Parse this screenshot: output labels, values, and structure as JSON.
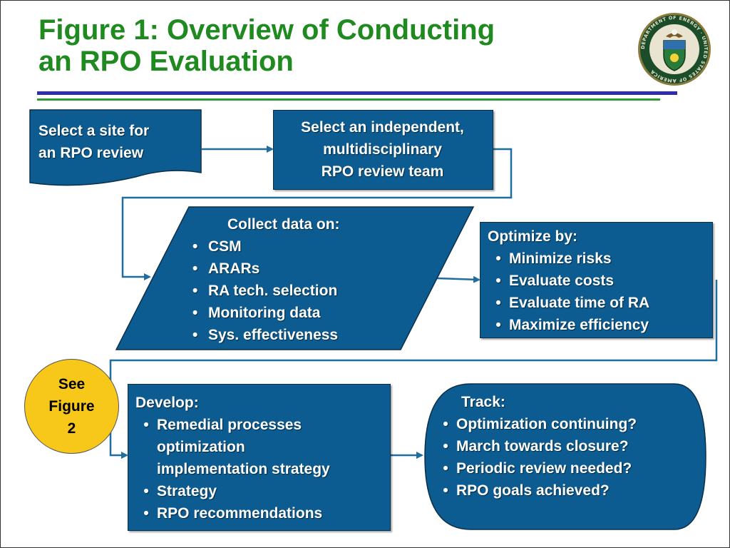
{
  "title": {
    "line1": "Figure 1: Overview of Conducting",
    "line2": "an RPO Evaluation"
  },
  "logo": {
    "name": "department-of-energy-seal",
    "ring_text": "DEPARTMENT OF ENERGY · UNITED STATES OF AMERICA"
  },
  "colors": {
    "title": "#1f8a1f",
    "box_fill": "#0c5c91",
    "connector": "#1f6e9e",
    "circle_fill": "#f7c81a",
    "rule_blue": "#2e2ea8",
    "rule_green": "#2f9a2f"
  },
  "steps": {
    "select_site": {
      "line1": "Select a site for",
      "line2": "an RPO review"
    },
    "select_team": {
      "line1": "Select an independent,",
      "line2": "multidisciplinary",
      "line3": "RPO review team"
    },
    "collect": {
      "heading": "Collect data on:",
      "items": [
        "CSM",
        "ARARs",
        "RA tech. selection",
        "Monitoring data",
        "Sys. effectiveness"
      ]
    },
    "optimize": {
      "heading": "Optimize by:",
      "items": [
        "Minimize risks",
        "Evaluate costs",
        "Evaluate time of RA",
        "Maximize efficiency"
      ]
    },
    "see_figure": {
      "text": "See Figure 2"
    },
    "develop": {
      "heading": "Develop:",
      "item1_line1": "Remedial processes",
      "item1_line2": "optimization",
      "item1_line3": "implementation strategy",
      "item2": "Strategy",
      "item3": "RPO recommendations"
    },
    "track": {
      "heading": "Track:",
      "items": [
        "Optimization continuing?",
        "March towards closure?",
        "Periodic review needed?",
        "RPO goals achieved?"
      ]
    }
  },
  "bullet": "•"
}
